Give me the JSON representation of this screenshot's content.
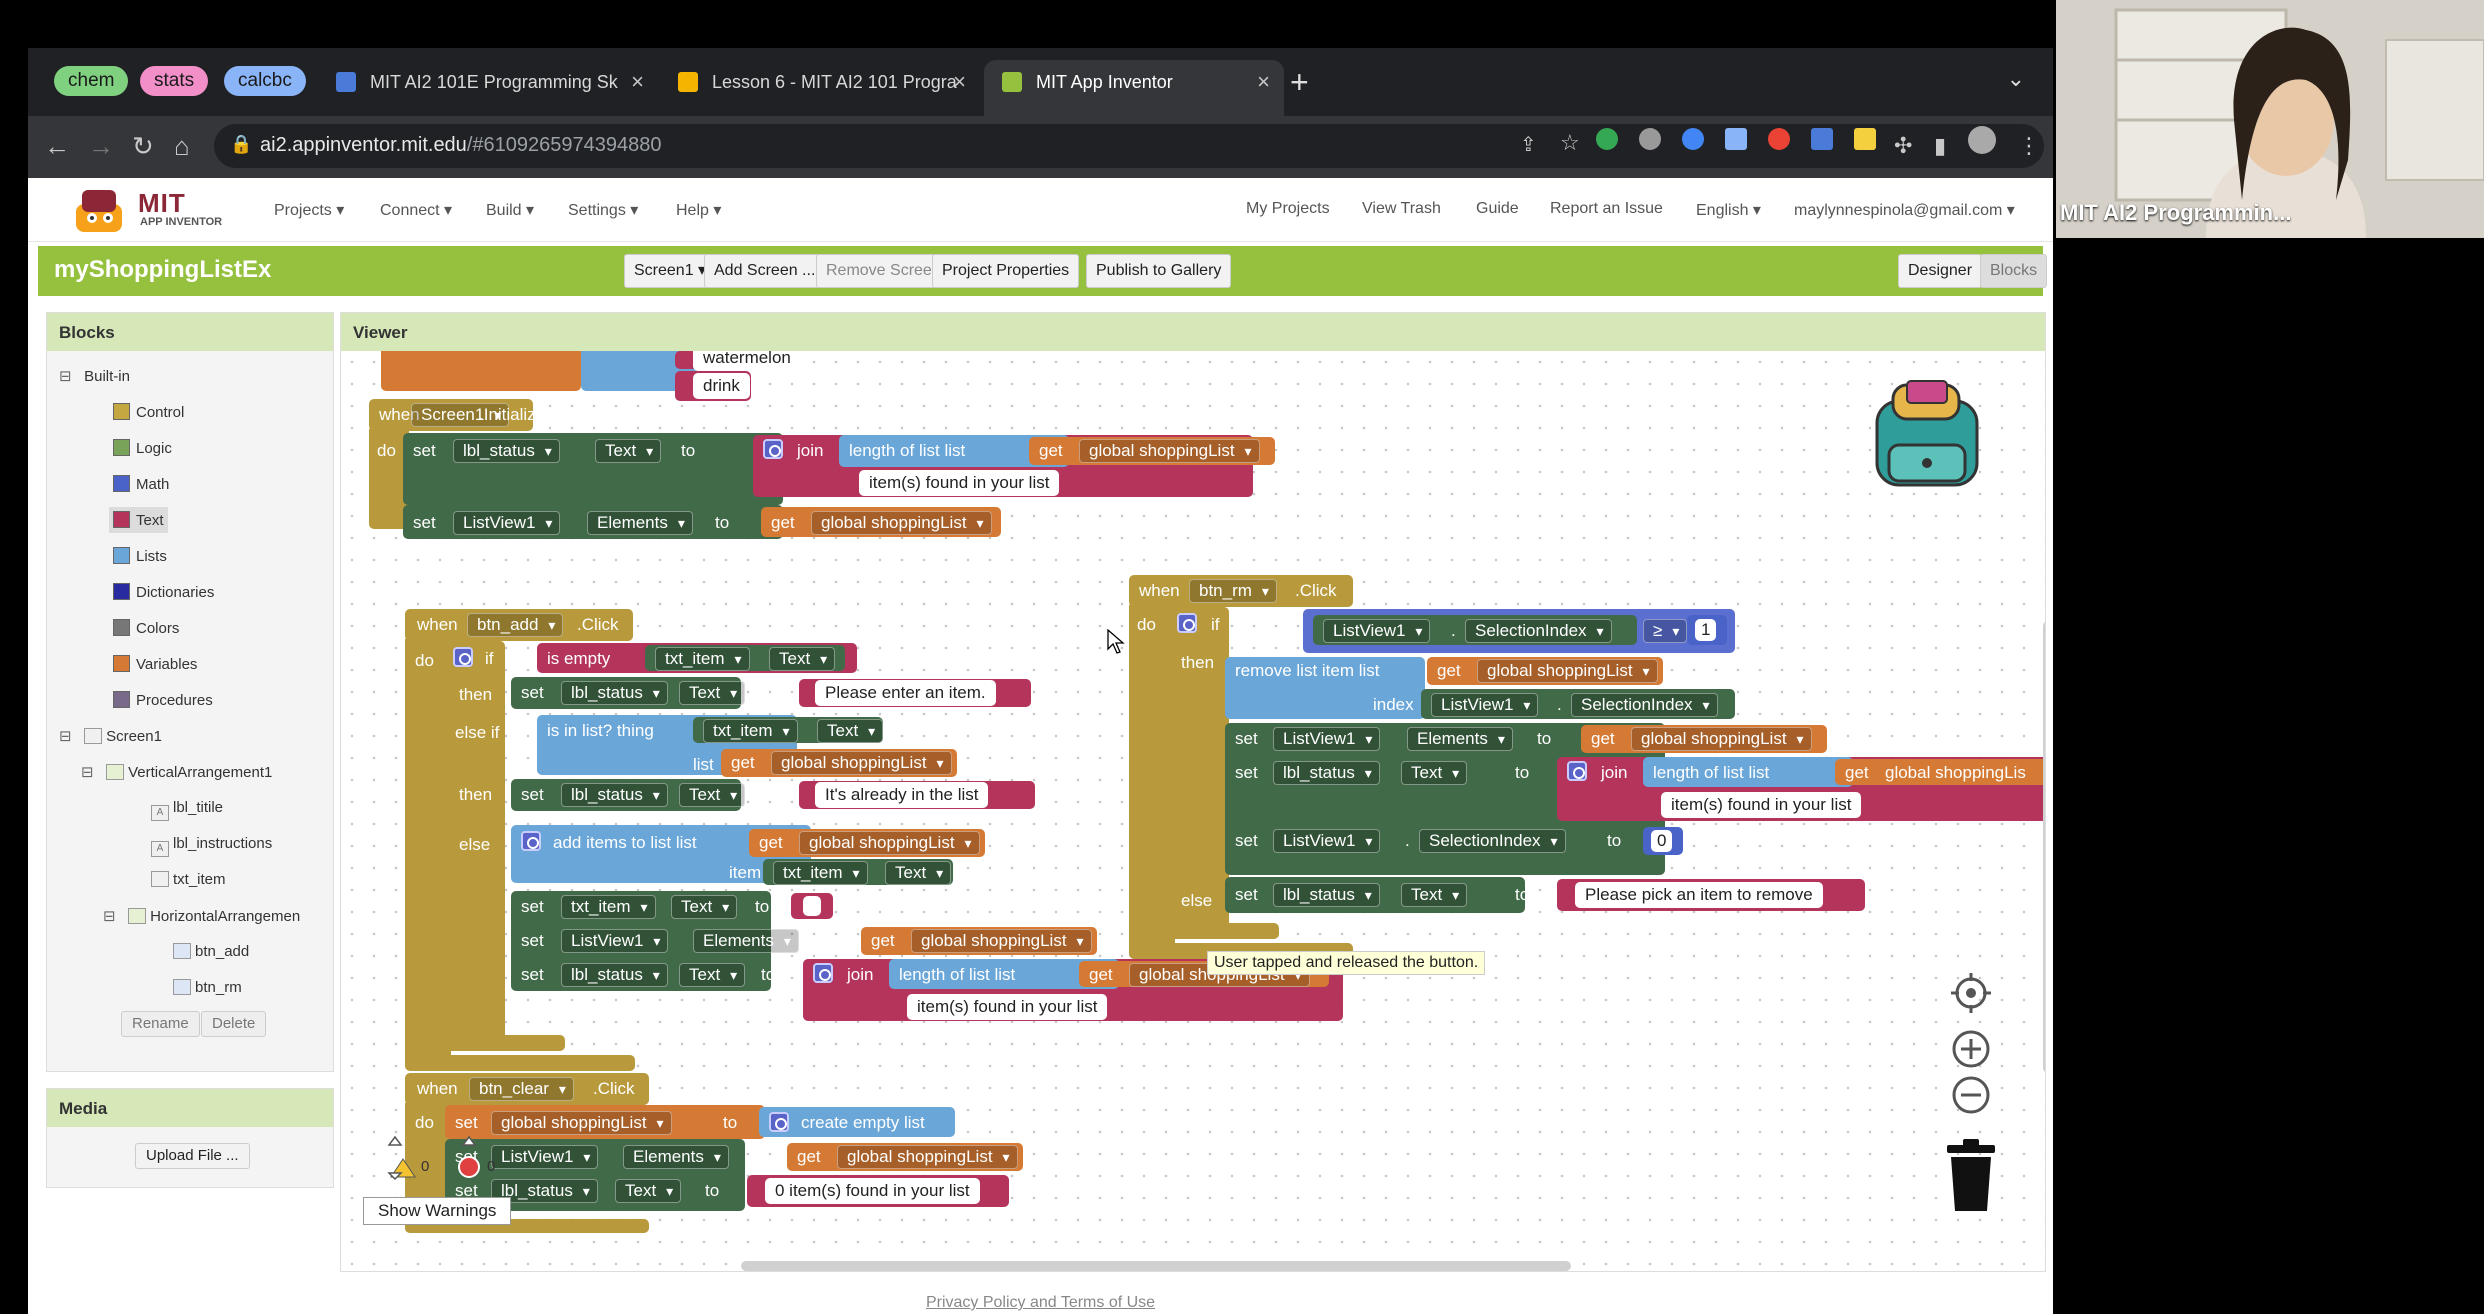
{
  "browser": {
    "tab_groups": [
      {
        "label": "chem",
        "color": "#7fd17f"
      },
      {
        "label": "stats",
        "color": "#f28fc8"
      },
      {
        "label": "calcbc",
        "color": "#8ab4f8"
      }
    ],
    "tabs": [
      {
        "title": "MIT AI2 101E Programming Sk",
        "icon": "docs-icon",
        "icon_color": "#4a7bd8"
      },
      {
        "title": "Lesson 6 - MIT AI2 101 Progra",
        "icon": "slides-icon",
        "icon_color": "#f4b400"
      },
      {
        "title": "MIT App Inventor",
        "icon": "app-inventor-icon",
        "icon_color": "#95c13e"
      }
    ],
    "url_host": "ai2.appinventor.mit.edu",
    "url_path": "/#6109265974394880"
  },
  "app": {
    "logo_mit": "MIT",
    "logo_sub": "APP INVENTOR",
    "nav_menus": [
      "Projects",
      "Connect",
      "Build",
      "Settings",
      "Help"
    ],
    "nav_links": [
      "My Projects",
      "View Trash",
      "Guide",
      "Report an Issue",
      "English",
      "maylynnespinola@gmail.com"
    ],
    "project_name": "myShoppingListEx",
    "project_buttons": [
      "Screen1",
      "Add Screen ...",
      "Remove Screen",
      "Project Properties",
      "Publish to Gallery"
    ],
    "mode_buttons": [
      "Designer",
      "Blocks"
    ],
    "footer": "Privacy Policy and Terms of Use"
  },
  "blocks_panel": {
    "title": "Blocks",
    "builtin_label": "Built-in",
    "builtin": [
      {
        "label": "Control",
        "color": "#c4a741"
      },
      {
        "label": "Logic",
        "color": "#7aa35a"
      },
      {
        "label": "Math",
        "color": "#4a63c8"
      },
      {
        "label": "Text",
        "color": "#b4345c"
      },
      {
        "label": "Lists",
        "color": "#6aa7d8"
      },
      {
        "label": "Dictionaries",
        "color": "#2a2aa0"
      },
      {
        "label": "Colors",
        "color": "#777777"
      },
      {
        "label": "Variables",
        "color": "#d57a35"
      },
      {
        "label": "Procedures",
        "color": "#7a6a8a"
      }
    ],
    "components": {
      "screen": "Screen1",
      "vertical": "VerticalArrangement1",
      "vertical_children": [
        "lbl_titile",
        "lbl_instructions",
        "txt_item"
      ],
      "horizontal": "HorizontalArrangemen",
      "horizontal_children": [
        "btn_add",
        "btn_rm"
      ]
    },
    "rename": "Rename",
    "delete": "Delete"
  },
  "media_panel": {
    "title": "Media",
    "upload": "Upload File ..."
  },
  "viewer": {
    "title": "Viewer",
    "tooltip": "User tapped and released the button.",
    "show_warnings": "Show Warnings",
    "warning_count": "0",
    "error_count": "0"
  },
  "kw": {
    "when": "when",
    "do": "do",
    "set": "set",
    "to": "to",
    "get": "get",
    "if": "if",
    "then": "then",
    "else_if": "else if",
    "else": "else",
    "join": "join",
    "click": ".Click",
    "initialize": ".Initialize",
    "dot": ".",
    "text": "Text",
    "elements": "Elements",
    "selection_index": "SelectionIndex",
    "length_of_list": "length of list  list",
    "is_empty": "is empty",
    "is_in_list": "is in list? thing",
    "list": "list",
    "add_items": "add items to list  list",
    "item": "item",
    "remove_item": "remove list item  list",
    "index": "index",
    "create_empty": "create empty list",
    "gte": "≥"
  },
  "names": {
    "screen1": "Screen1",
    "lbl_status": "lbl_status",
    "listview": "ListView1",
    "txt_item": "txt_item",
    "btn_add": "btn_add",
    "btn_rm": "btn_rm",
    "btn_clear": "btn_clear",
    "shopping": "global shoppingList",
    "shopping_trunc": "global shoppingLis"
  },
  "strings": {
    "watermelon": "watermelon",
    "drink": "drink",
    "found": "item(s) found in your list",
    "enter": "Please enter an item.",
    "already": "It's already in the list",
    "pick": "Please pick an item to remove",
    "zero_found": "0 item(s) found in your list",
    "empty": ""
  },
  "numbers": {
    "one": "1",
    "zero": "0"
  },
  "webcam": {
    "label": "MIT AI2 Programmin..."
  }
}
